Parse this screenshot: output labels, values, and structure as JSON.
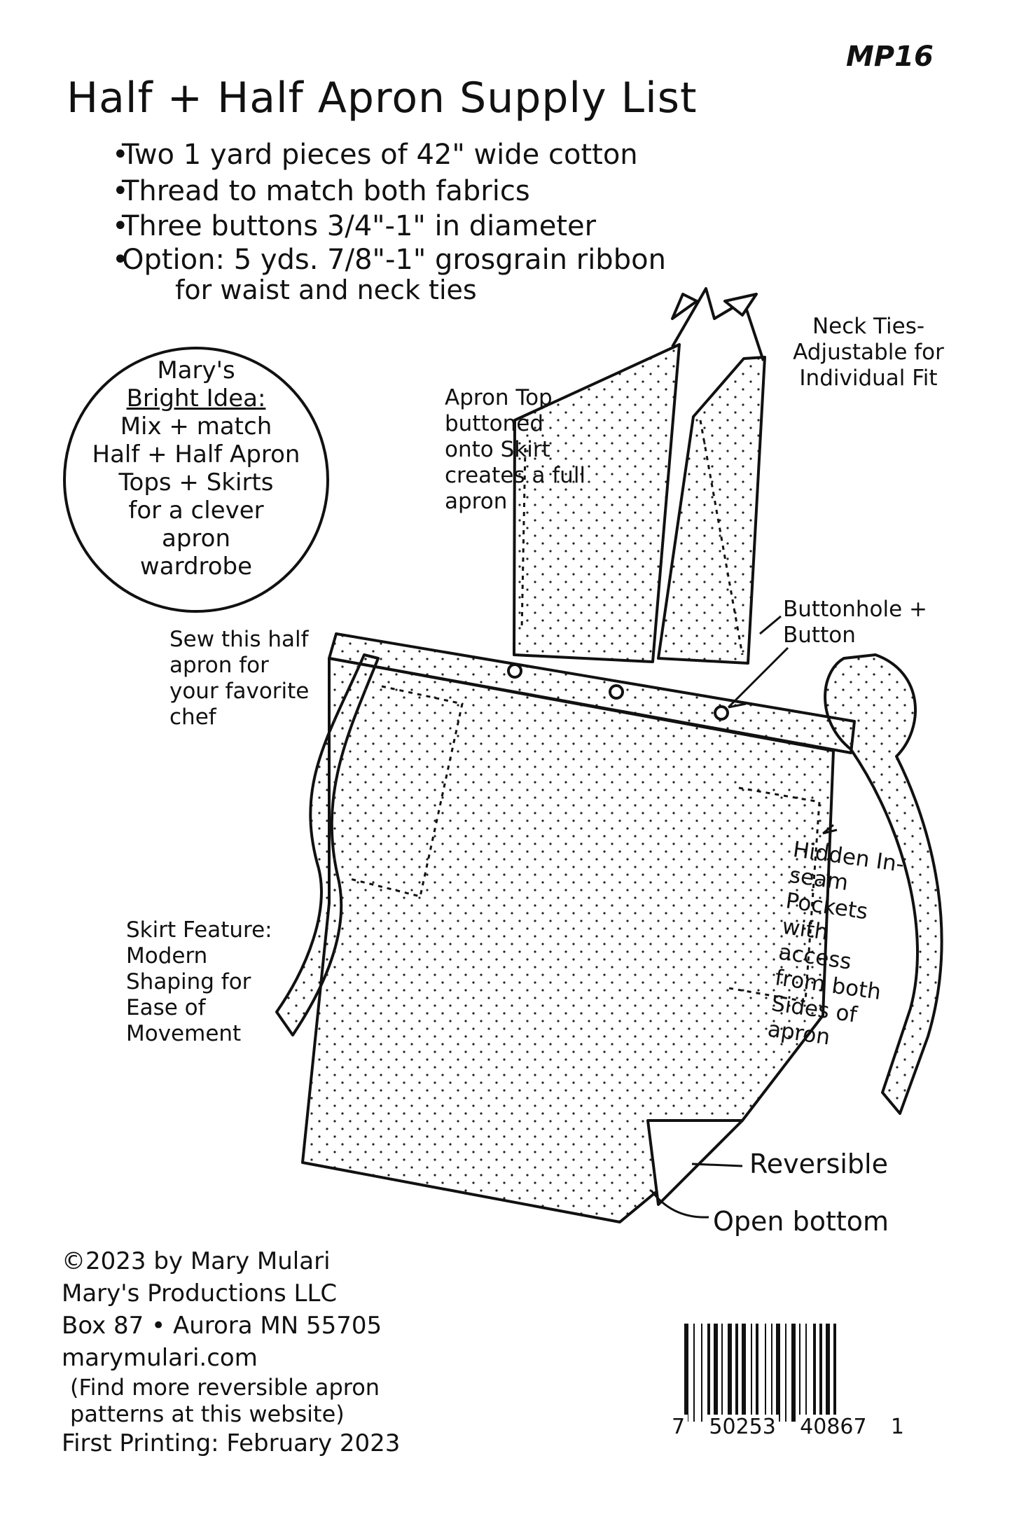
{
  "code": "MP16",
  "title": "Half + Half Apron Supply List",
  "supplies": [
    "Two 1 yard pieces of 42\" wide cotton",
    "Thread to match both fabrics",
    "Three buttons 3/4\"-1\" in diameter",
    "Option: 5 yds. 7/8\"-1\" grosgrain ribbon",
    "for waist and neck ties"
  ],
  "bright_idea": {
    "line1": "Mary's",
    "title": "Bright Idea:",
    "body": [
      "Mix + match",
      "Half + Half Apron",
      "Tops + Skirts",
      "for a clever",
      "apron",
      "wardrobe"
    ]
  },
  "notes": {
    "apron_top": "Apron Top buttoned onto Skirt creates a full apron",
    "neck_ties": "Neck Ties- Adjustable for Individual Fit",
    "sew_half": "Sew this half apron for your favorite chef",
    "skirt_feature": "Skirt Feature: Modern Shaping for Ease of Movement",
    "buttonhole": "Buttonhole + Button",
    "hidden_pockets": "Hidden In-seam Pockets with access from both Sides of apron",
    "reversible": "Reversible",
    "open_bottom": "Open bottom"
  },
  "credits": {
    "copyright": "©2023 by Mary Mulari",
    "company": "Mary's Productions LLC",
    "address": "Box 87 • Aurora MN 55705",
    "website": "marymulari.com",
    "website_note": "(Find more reversible apron patterns at this website)",
    "printing": "First Printing: February 2023"
  },
  "barcode": {
    "digits": [
      "7",
      "50253",
      "40867",
      "1"
    ]
  }
}
